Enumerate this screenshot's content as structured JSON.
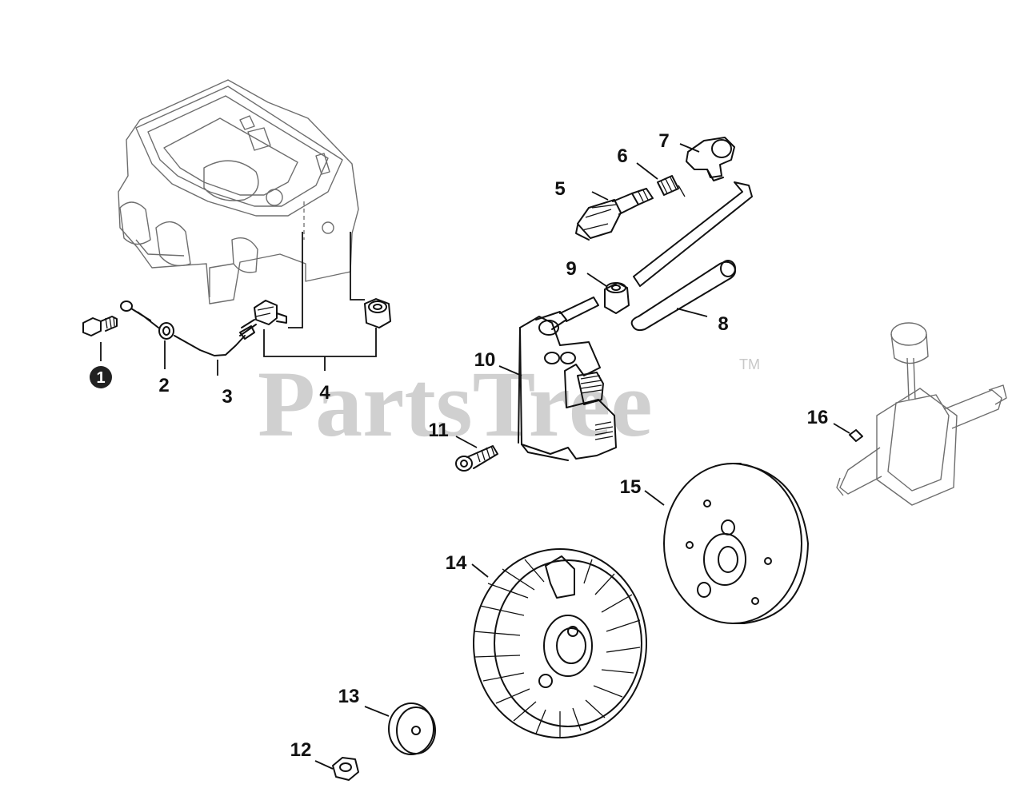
{
  "watermark": {
    "text": "PartsTree",
    "trademark": "TM"
  },
  "callouts": [
    {
      "id": "1",
      "label": "1",
      "highlighted": true
    },
    {
      "id": "2",
      "label": "2"
    },
    {
      "id": "3",
      "label": "3"
    },
    {
      "id": "4",
      "label": "4"
    },
    {
      "id": "5",
      "label": "5"
    },
    {
      "id": "6",
      "label": "6"
    },
    {
      "id": "7",
      "label": "7"
    },
    {
      "id": "8",
      "label": "8"
    },
    {
      "id": "9",
      "label": "9"
    },
    {
      "id": "10",
      "label": "10"
    },
    {
      "id": "11",
      "label": "11"
    },
    {
      "id": "12",
      "label": "12"
    },
    {
      "id": "13",
      "label": "13"
    },
    {
      "id": "14",
      "label": "14"
    },
    {
      "id": "15",
      "label": "15"
    },
    {
      "id": "16",
      "label": "16"
    }
  ],
  "colors": {
    "line": "#111111",
    "ghost": "#6e6e6e",
    "watermark": "#c8c8c8",
    "background": "#ffffff"
  }
}
